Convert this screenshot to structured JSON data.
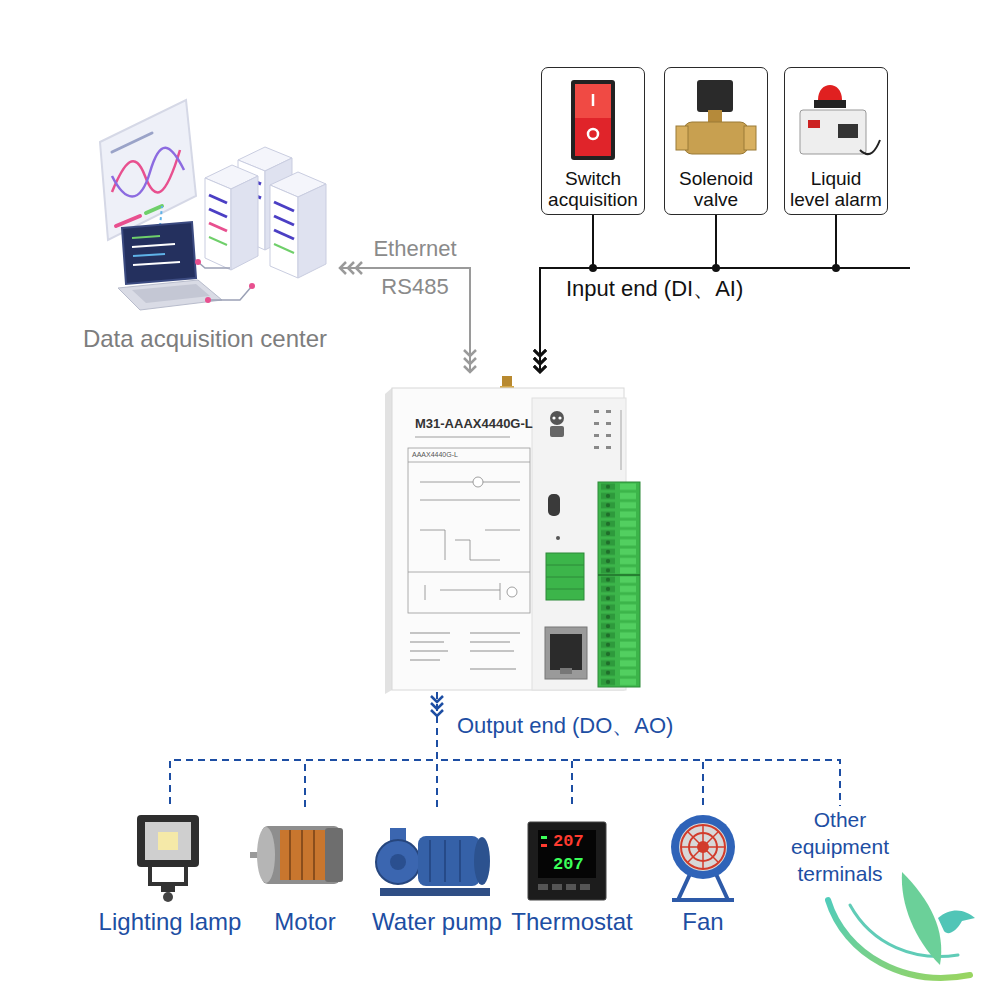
{
  "diagram": {
    "nodes": [
      {
        "text": [
          "Data acquisition center"
        ]
      },
      {
        "text": [
          "Switch acquisition"
        ]
      },
      {
        "text": [
          "Solenoid valve"
        ]
      },
      {
        "text": [
          "Liquid level alarm"
        ]
      },
      {
        "text": [
          "M31-AAAX4440G-L"
        ]
      },
      {
        "text": [
          "Lighting lamp"
        ]
      },
      {
        "text": [
          "Motor"
        ]
      },
      {
        "text": [
          "Water pump"
        ]
      },
      {
        "text": [
          "Thermostat"
        ]
      },
      {
        "text": [
          "Fan"
        ]
      },
      {
        "text": [
          "Other equipment terminals"
        ]
      }
    ],
    "edges": [
      {
        "from": 0,
        "to": 4,
        "arrow": "both",
        "label": "Ethernet RS485"
      },
      {
        "from": 1,
        "to": 4,
        "arrow": "to"
      },
      {
        "from": 2,
        "to": 4,
        "arrow": "to"
      },
      {
        "from": 3,
        "to": 4,
        "arrow": "to"
      },
      {
        "from": 4,
        "to": 5,
        "arrow": "none"
      },
      {
        "from": 4,
        "to": 6,
        "arrow": "none"
      },
      {
        "from": 4,
        "to": 7,
        "arrow": "none"
      },
      {
        "from": 4,
        "to": 8,
        "arrow": "none"
      },
      {
        "from": 4,
        "to": 9,
        "arrow": "none"
      },
      {
        "from": 4,
        "to": 10,
        "arrow": "none"
      }
    ],
    "labels": [
      "Input end (DI、AI)",
      "Output end (DO、AO)",
      "207",
      "207",
      "AAAX4440G-L"
    ]
  }
}
